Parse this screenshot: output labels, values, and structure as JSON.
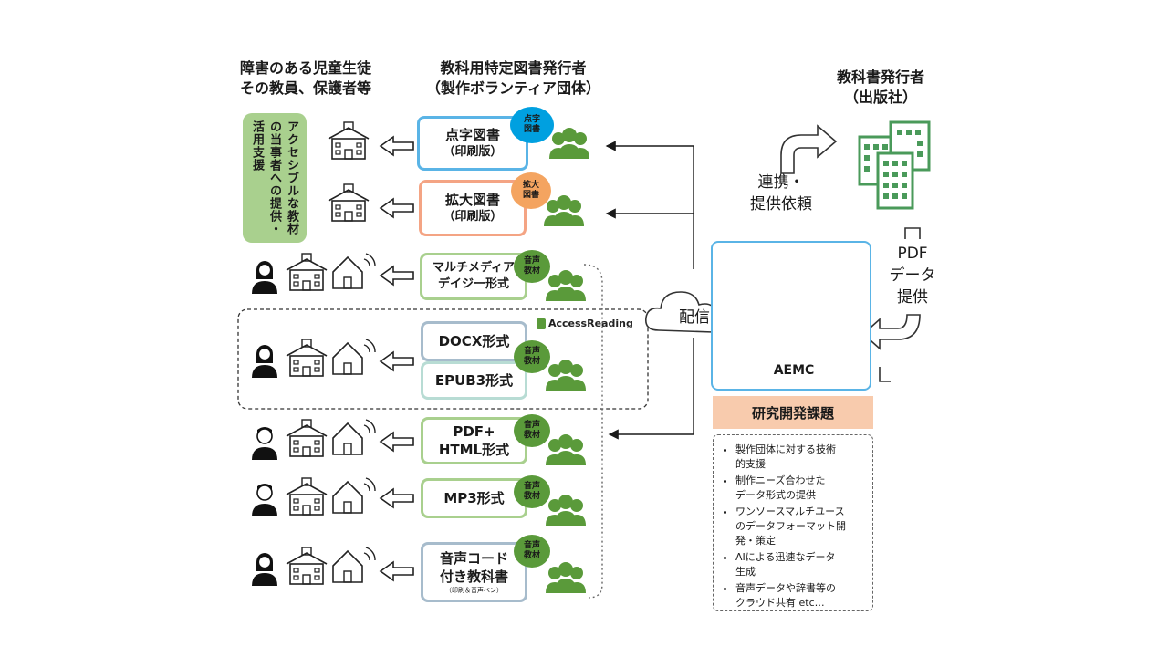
{
  "headers": {
    "left": [
      "障害のある児童生徒",
      "その教員、保護者等"
    ],
    "middle": [
      "教科用特定図書発行者",
      "（製作ボランティア団体）"
    ],
    "right": [
      "教科書発行者",
      "（出版社）"
    ]
  },
  "support_box": {
    "lines": [
      "活用支援",
      "の当事者への提供・",
      "アクセシブルな教材"
    ]
  },
  "formats": {
    "braille": {
      "line1": "点字図書",
      "line2": "（印刷版）",
      "badge": [
        "点字",
        "図書"
      ]
    },
    "large": {
      "line1": "拡大図書",
      "line2": "（印刷版）",
      "badge": [
        "拡大",
        "図書"
      ]
    },
    "daisy": {
      "line1": "マルチメディア",
      "line2": "デイジー形式",
      "badge": [
        "音声",
        "教材"
      ]
    },
    "docx": {
      "line1": "DOCX形式"
    },
    "epub": {
      "line1": "EPUB3形式",
      "badge": [
        "音声",
        "教材"
      ]
    },
    "pdf": {
      "line1": "PDF+",
      "line2": "HTML形式",
      "badge": [
        "音声",
        "教材"
      ]
    },
    "mp3": {
      "line1": "MP3形式",
      "badge": [
        "音声",
        "教材"
      ]
    },
    "voicecode": {
      "line1": "音声コード",
      "line2": "付き教科書",
      "line3": "（印刷＆音声ペン）",
      "badge": [
        "音声",
        "教材"
      ]
    }
  },
  "access_reading": "AccessReading",
  "cloud_label": "配信",
  "aemc_label": "AEMC",
  "cooperation": [
    "連携・",
    "提供依頼"
  ],
  "pdf_provide": [
    "PDF",
    "データ",
    "提供"
  ],
  "research": {
    "title": "研究開発課題",
    "items": [
      [
        "製作団体に対する技術",
        "的支援"
      ],
      [
        "制作ニーズ合わせた",
        "データ形式の提供"
      ],
      [
        "ワンソースマルチユース",
        "のデータフォーマット開",
        "発・策定"
      ],
      [
        "AIによる迅速なデータ",
        "生成"
      ],
      [
        "音声データや辞書等の",
        "クラウド共有 etc…"
      ]
    ]
  },
  "colors": {
    "blue": "#5ab4e6",
    "orange": "#f4a484",
    "green_light": "#a9d08e",
    "green_dark": "#5a9a3a",
    "slate": "#a7bccc",
    "mint": "#b8dcd4",
    "building_green": "#4a9a5a"
  }
}
